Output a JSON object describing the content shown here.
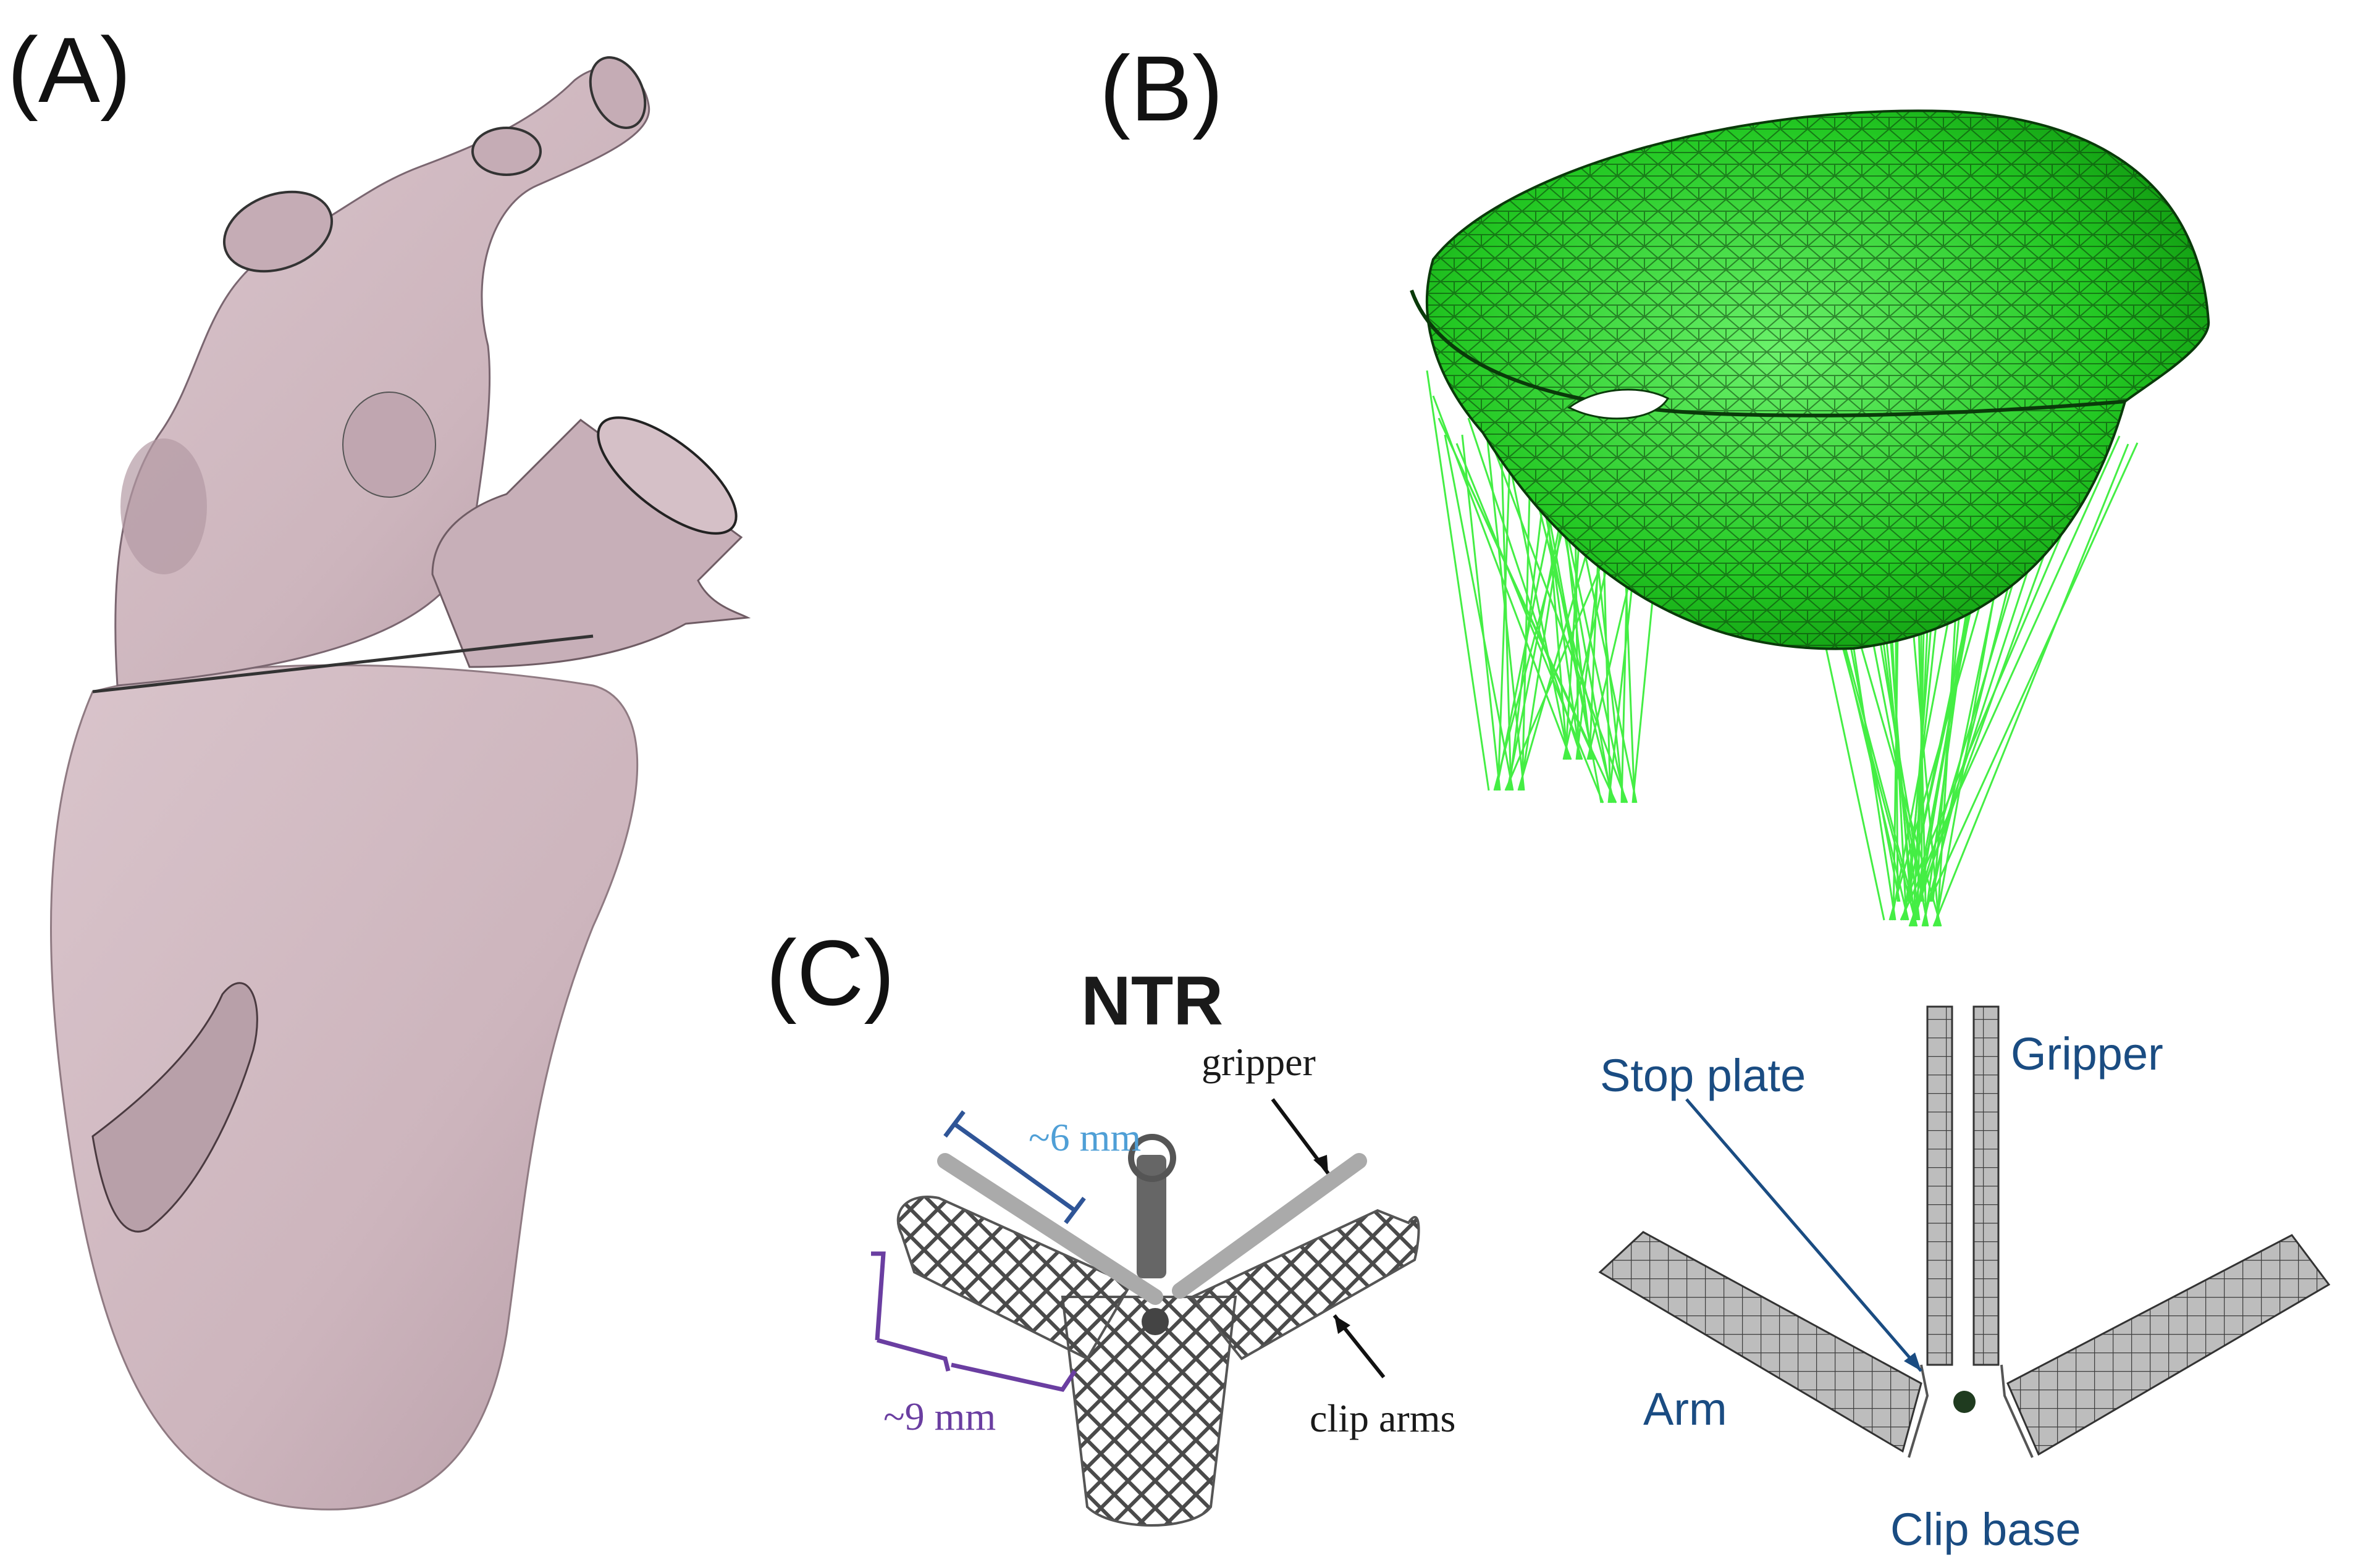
{
  "panels": {
    "a": {
      "label": "(A)"
    },
    "b": {
      "label": "(B)"
    },
    "c": {
      "label": "(C)",
      "device_name": "NTR",
      "photo_annotations": {
        "gripper": "gripper",
        "clip_arms": "clip arms",
        "dim_gripper": "~6 mm",
        "dim_arm": "~9 mm"
      },
      "fem_annotations": {
        "stop_plate": "Stop plate",
        "gripper": "Gripper",
        "arm": "Arm",
        "clip_base": "Clip base"
      }
    }
  },
  "colors": {
    "heart": "#cdb5bd",
    "heart_shadow": "#a88f98",
    "valve_mesh": "#2ed62e",
    "chordae": "#44ee44",
    "fem_mesh": "#bdbdbd",
    "annotation_blue": "#1a4c82",
    "dim_blue": "#2f5597",
    "dim_purple": "#6a3ea1",
    "dim_text_blue": "#4f9fd6"
  }
}
